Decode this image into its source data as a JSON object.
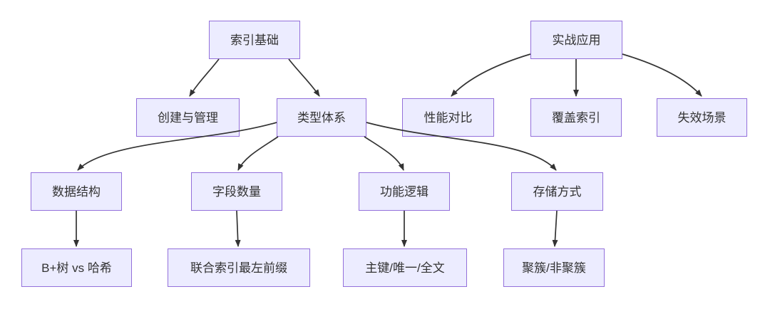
{
  "diagram": {
    "type": "flowchart-top-down",
    "colors": {
      "background": "#ffffff",
      "node_fill": "#ECECFF",
      "node_border": "#9370DB",
      "edge_color": "#333333",
      "text": "#333333"
    },
    "nodes": {
      "index_basics": {
        "label": "索引基础"
      },
      "practical_application": {
        "label": "实战应用"
      },
      "create_manage": {
        "label": "创建与管理"
      },
      "type_system": {
        "label": "类型体系"
      },
      "performance_comparison": {
        "label": "性能对比"
      },
      "covering_index": {
        "label": "覆盖索引"
      },
      "failure_scenarios": {
        "label": "失效场景"
      },
      "data_structure": {
        "label": "数据结构"
      },
      "field_count": {
        "label": "字段数量"
      },
      "function_logic": {
        "label": "功能逻辑"
      },
      "storage_mode": {
        "label": "存储方式"
      },
      "btree_vs_hash": {
        "label": "B+树 vs 哈希"
      },
      "composite_leftmost_prefix": {
        "label": "联合索引最左前缀"
      },
      "primary_unique_fulltext": {
        "label": "主键/唯一/全文"
      },
      "clustered_nonclustered": {
        "label": "聚簇/非聚簇"
      }
    },
    "edges": [
      {
        "from": "index_basics",
        "to": "create_manage"
      },
      {
        "from": "index_basics",
        "to": "type_system"
      },
      {
        "from": "practical_application",
        "to": "performance_comparison"
      },
      {
        "from": "practical_application",
        "to": "covering_index"
      },
      {
        "from": "practical_application",
        "to": "failure_scenarios"
      },
      {
        "from": "type_system",
        "to": "data_structure"
      },
      {
        "from": "type_system",
        "to": "field_count"
      },
      {
        "from": "type_system",
        "to": "function_logic"
      },
      {
        "from": "type_system",
        "to": "storage_mode"
      },
      {
        "from": "data_structure",
        "to": "btree_vs_hash"
      },
      {
        "from": "field_count",
        "to": "composite_leftmost_prefix"
      },
      {
        "from": "function_logic",
        "to": "primary_unique_fulltext"
      },
      {
        "from": "storage_mode",
        "to": "clustered_nonclustered"
      }
    ]
  }
}
